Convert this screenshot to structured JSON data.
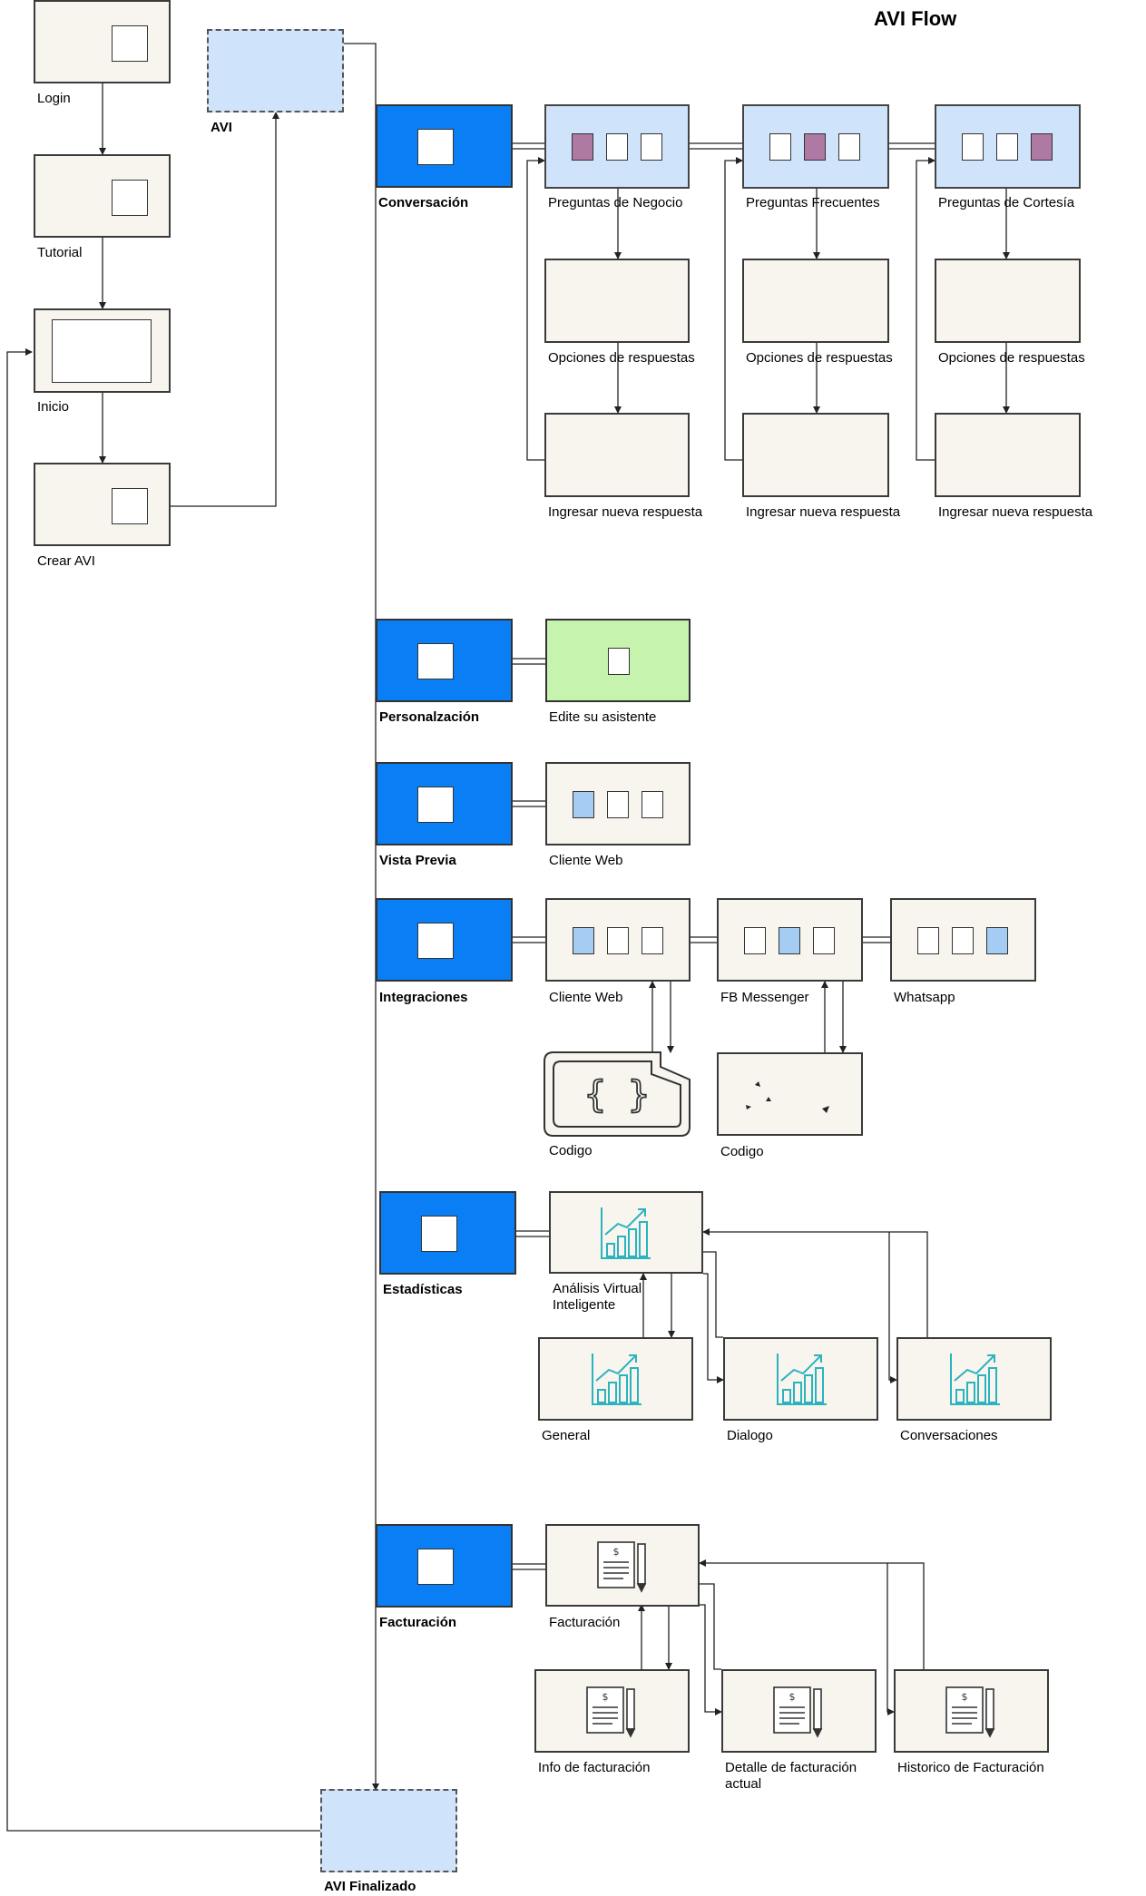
{
  "title": "AVI Flow",
  "left_flow": {
    "login": "Login",
    "tutorial": "Tutorial",
    "inicio": "Inicio",
    "crear_avi": "Crear AVI",
    "avi": "AVI",
    "avi_finalizado": "AVI Finalizado"
  },
  "conversacion": {
    "label": "Conversación",
    "negocio": "Preguntas de Negocio",
    "frecuentes": "Preguntas Frecuentes",
    "cortesia": "Preguntas de Cortesía",
    "opciones": "Opciones de respuestas",
    "ingresar": "Ingresar nueva respuesta"
  },
  "personalizacion": {
    "label": "Personalzación",
    "edite": "Edite su asistente"
  },
  "vista_previa": {
    "label": "Vista Previa",
    "cliente_web": "Cliente Web"
  },
  "integraciones": {
    "label": "Integraciones",
    "cliente_web": "Cliente Web",
    "fb_messenger": "FB Messenger",
    "whatsapp": "Whatsapp",
    "codigo": "Codigo"
  },
  "estadisticas": {
    "label": "Estadísticas",
    "analisis": "Análisis Virtual Inteligente",
    "general": "General",
    "dialogo": "Dialogo",
    "conversaciones": "Conversaciones"
  },
  "facturacion": {
    "label": "Facturación",
    "facturacion": "Facturación",
    "info": "Info de facturación",
    "detalle": "Detalle de facturación actual",
    "historico": "Historico de Facturación"
  },
  "colors": {
    "cream": "#f7f5ee",
    "section_blue": "#0a7ff5",
    "light_blue": "#cfe4fb",
    "green": "#c6f3ad",
    "purple_marker": "#ae7aa4",
    "blue_marker": "#a5ccf2",
    "chart_teal": "#2bb3bf"
  }
}
